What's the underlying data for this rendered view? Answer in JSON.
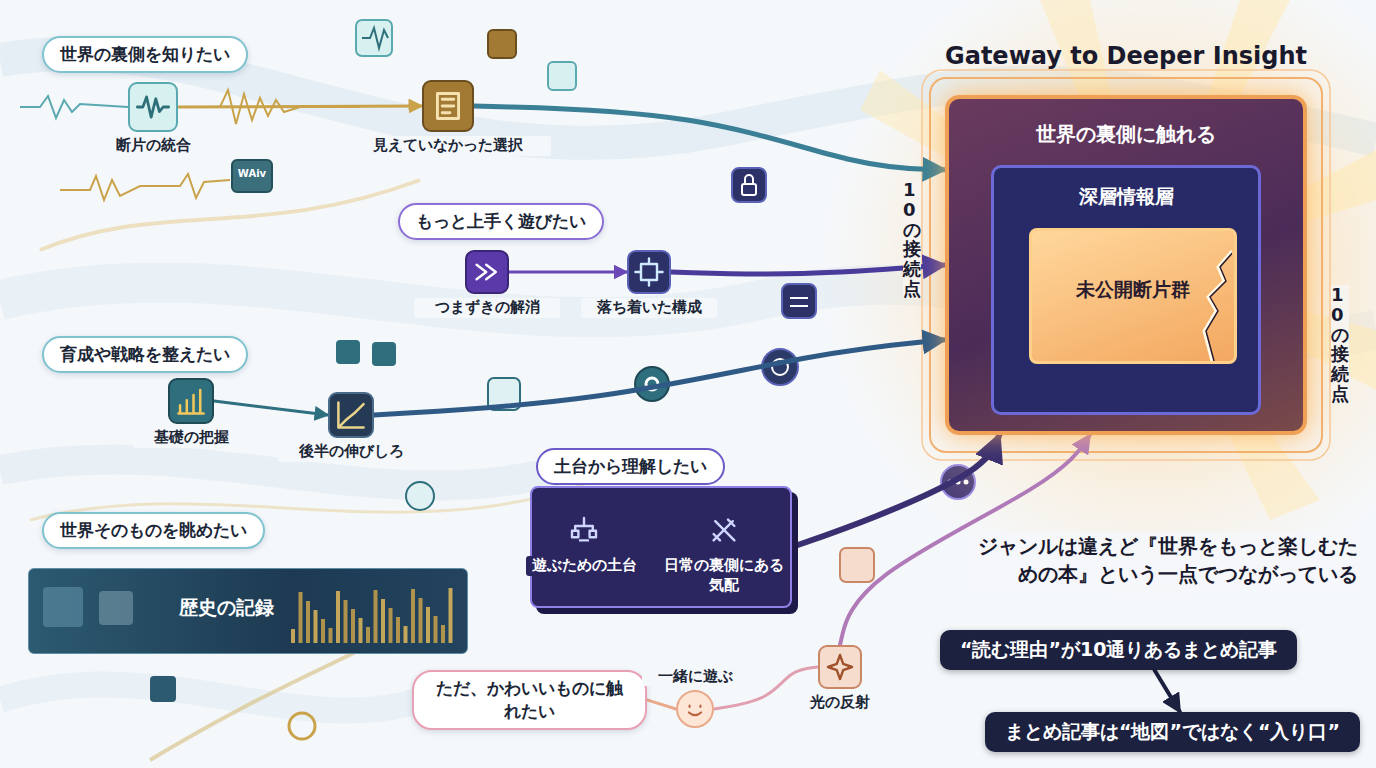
{
  "diagram": {
    "title": "Gateway to Deeper Insight",
    "nodes": [
      {
        "text": [
          "世界の裏側を知りたい"
        ]
      },
      {
        "text": [
          "断片の統合"
        ]
      },
      {
        "text": [
          "見えていなかった選択"
        ]
      },
      {
        "text": [
          "もっと上手く遊びたい"
        ]
      },
      {
        "text": [
          "つまずきの解消"
        ]
      },
      {
        "text": [
          "落ち着いた構成"
        ]
      },
      {
        "text": [
          "育成や戦略を整えたい"
        ]
      },
      {
        "text": [
          "基礎の把握"
        ]
      },
      {
        "text": [
          "後半の伸びしろ"
        ]
      },
      {
        "text": [
          "世界そのものを眺めたい"
        ]
      },
      {
        "text": [
          "歴史の記録"
        ]
      },
      {
        "text": [
          "土台から理解したい"
        ]
      },
      {
        "text": [
          "遊ぶための土台"
        ],
        "in": 11
      },
      {
        "text": [
          "日常の裏側にある気配"
        ],
        "in": 11
      },
      {
        "text": [
          "ただ、かわいいものに触れたい"
        ]
      },
      {
        "text": [
          "一緒に遊ぶ"
        ]
      },
      {
        "text": [
          "光の反射"
        ]
      },
      {
        "text": [
          "世界の裏側に触れる"
        ]
      },
      {
        "text": [
          "深層情報層"
        ],
        "in": 17
      },
      {
        "text": [
          "未公開断片群"
        ],
        "in": 18
      },
      {
        "text": [
          "“読む理由”が10通りあるまとめ記事"
        ]
      },
      {
        "text": [
          "まとめ記事は“地図”ではなく“入り口”"
        ]
      }
    ],
    "edges": [
      {
        "from": 1,
        "to": 2,
        "arrow": "to"
      },
      {
        "from": 2,
        "to": 17,
        "arrow": "to"
      },
      {
        "from": 4,
        "to": 5,
        "arrow": "to"
      },
      {
        "from": 5,
        "to": 17,
        "arrow": "to"
      },
      {
        "from": 7,
        "to": 8,
        "arrow": "to"
      },
      {
        "from": 8,
        "to": 17,
        "arrow": "to"
      },
      {
        "from": 12,
        "to": 13,
        "arrow": "to"
      },
      {
        "from": 11,
        "to": 17,
        "arrow": "to"
      },
      {
        "from": 14,
        "to": 15,
        "arrow": "none"
      },
      {
        "from": 15,
        "to": 16,
        "arrow": "none"
      },
      {
        "from": 16,
        "to": 17,
        "arrow": "to"
      },
      {
        "from": 20,
        "to": 21,
        "arrow": "to"
      }
    ],
    "labels": [
      "10の接続点",
      "10の接続点",
      "ジャンルは違えど『世界をもっと楽しむための本』という一点でつながっている",
      "WAiv"
    ]
  }
}
